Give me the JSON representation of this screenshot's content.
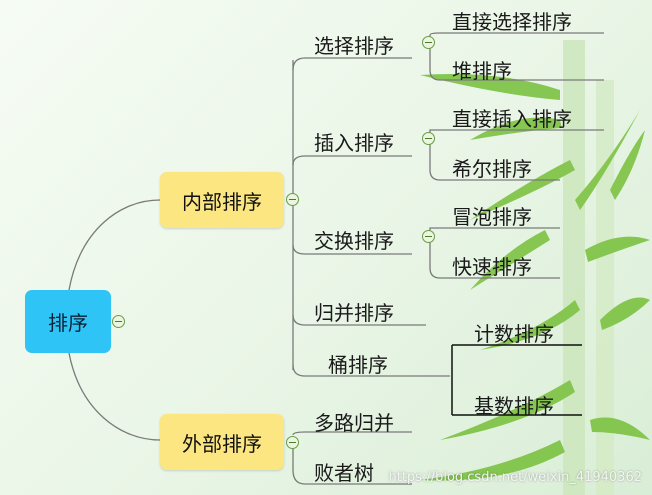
{
  "root": {
    "label": "排序"
  },
  "branches": {
    "internal": {
      "label": "内部排序",
      "children": [
        {
          "label": "选择排序",
          "children": [
            "直接选择排序",
            "堆排序"
          ]
        },
        {
          "label": "插入排序",
          "children": [
            "直接插入排序",
            "希尔排序"
          ]
        },
        {
          "label": "交换排序",
          "children": [
            "冒泡排序",
            "快速排序"
          ]
        },
        {
          "label": "归并排序"
        },
        {
          "label": "桶排序",
          "children": [
            "计数排序",
            "基数排序"
          ]
        }
      ]
    },
    "external": {
      "label": "外部排序",
      "children": [
        {
          "label": "多路归并"
        },
        {
          "label": "败者树"
        }
      ]
    }
  },
  "watermark": "https://blog.csdn.net/weixin_41940362",
  "colors": {
    "root": "#2ec4f5",
    "branch": "#fbe681",
    "line": "#7a7a7a",
    "leaf_bg": "#d9eed6"
  }
}
